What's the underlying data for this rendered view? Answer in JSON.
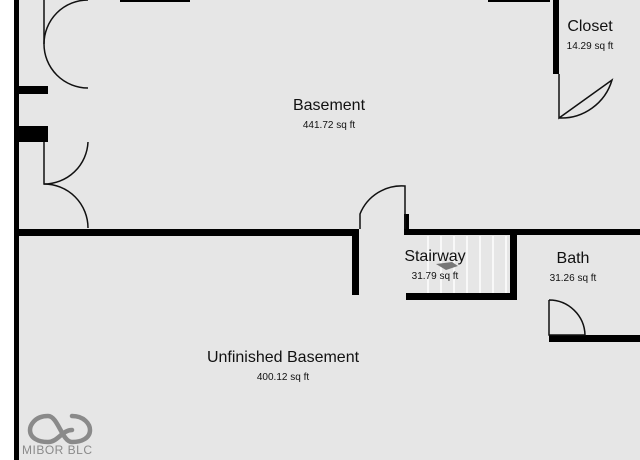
{
  "rooms": {
    "basement": {
      "name": "Basement",
      "area": "441.72 sq ft"
    },
    "closet": {
      "name": "Closet",
      "area": "14.29 sq ft"
    },
    "stairway": {
      "name": "Stairway",
      "area": "31.79 sq ft"
    },
    "bath": {
      "name": "Bath",
      "area": "31.26 sq ft"
    },
    "unfinished": {
      "name": "Unfinished Basement",
      "area": "400.12 sq ft"
    }
  },
  "watermark": {
    "text": "MIBOR BLC"
  },
  "colors": {
    "floor": "#e6e6e6",
    "wall": "#000000",
    "door": "#111111",
    "watermark": "#8a8a8a"
  }
}
